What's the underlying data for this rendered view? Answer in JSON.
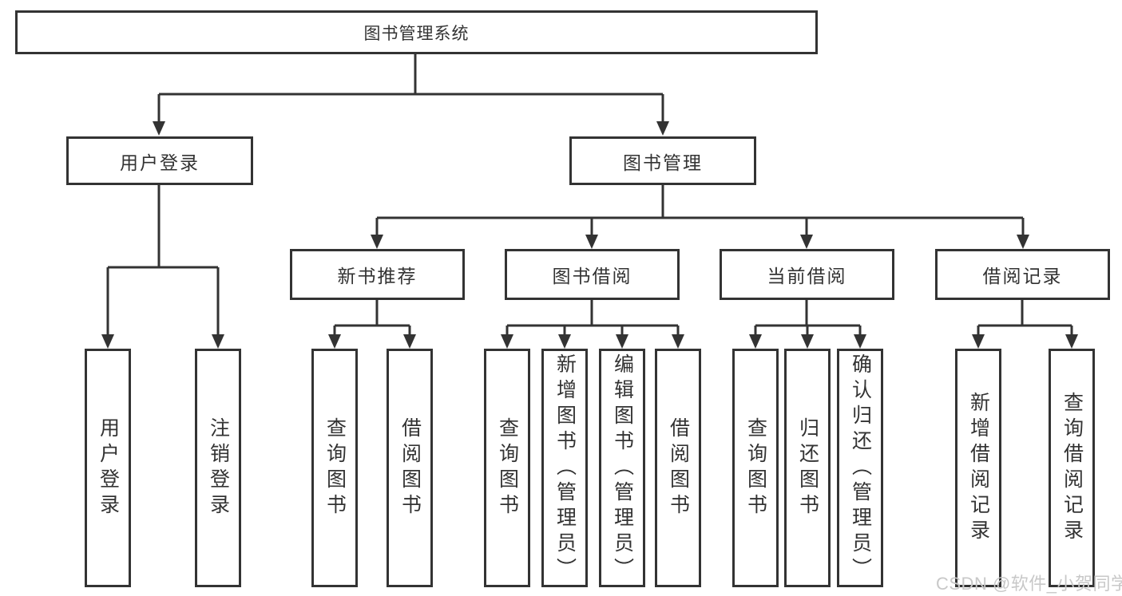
{
  "tree": {
    "label": "图书管理系统",
    "children": [
      {
        "label": "用户登录",
        "children": [
          {
            "label": "用户登录"
          },
          {
            "label": "注销登录"
          }
        ]
      },
      {
        "label": "图书管理",
        "children": [
          {
            "label": "新书推荐",
            "children": [
              {
                "label": "查询图书"
              },
              {
                "label": "借阅图书"
              }
            ]
          },
          {
            "label": "图书借阅",
            "children": [
              {
                "label": "查询图书"
              },
              {
                "label": "新增图书（管理员）"
              },
              {
                "label": "编辑图书（管理员）"
              },
              {
                "label": "借阅图书"
              }
            ]
          },
          {
            "label": "当前借阅",
            "children": [
              {
                "label": "查询图书"
              },
              {
                "label": "归还图书"
              },
              {
                "label": "确认归还（管理员）"
              }
            ]
          },
          {
            "label": "借阅记录",
            "children": [
              {
                "label": "新增借阅记录"
              },
              {
                "label": "查询借阅记录"
              }
            ]
          }
        ]
      }
    ]
  },
  "watermark": "CSDN @软件_小贺同学",
  "colors": {
    "line": "#333333",
    "box_border": "#333333",
    "text": "#333333",
    "watermark": "#c8c8c8",
    "background": "#ffffff"
  }
}
